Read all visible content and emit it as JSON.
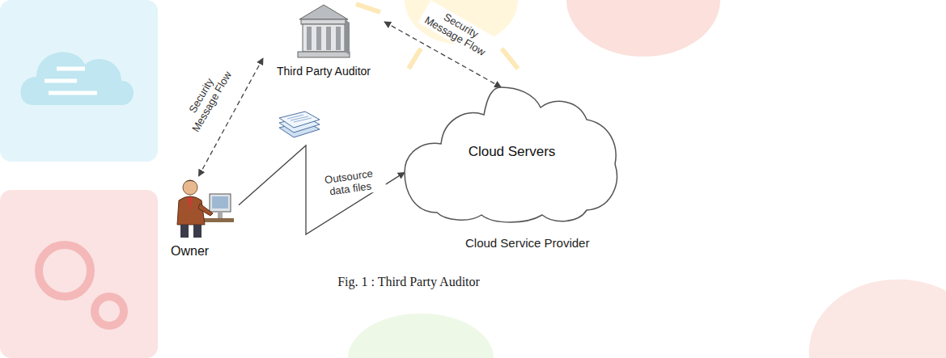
{
  "diagram": {
    "caption": "Fig. 1 : Third Party Auditor",
    "nodes": [
      {
        "text": [
          "Third Party Auditor"
        ]
      },
      {
        "text": [
          "Owner"
        ]
      },
      {
        "text": [
          "Cloud Servers"
        ]
      }
    ],
    "edges": [
      {
        "from": 1,
        "to": 0,
        "arrow": "both",
        "label": "Security Message Flow"
      },
      {
        "from": 0,
        "to": 2,
        "arrow": "both",
        "label": "Security Message Flow"
      },
      {
        "from": 1,
        "to": 2,
        "arrow": "to",
        "label": "Outsource data files"
      }
    ],
    "labels": [
      "Cloud Service Provider"
    ]
  }
}
